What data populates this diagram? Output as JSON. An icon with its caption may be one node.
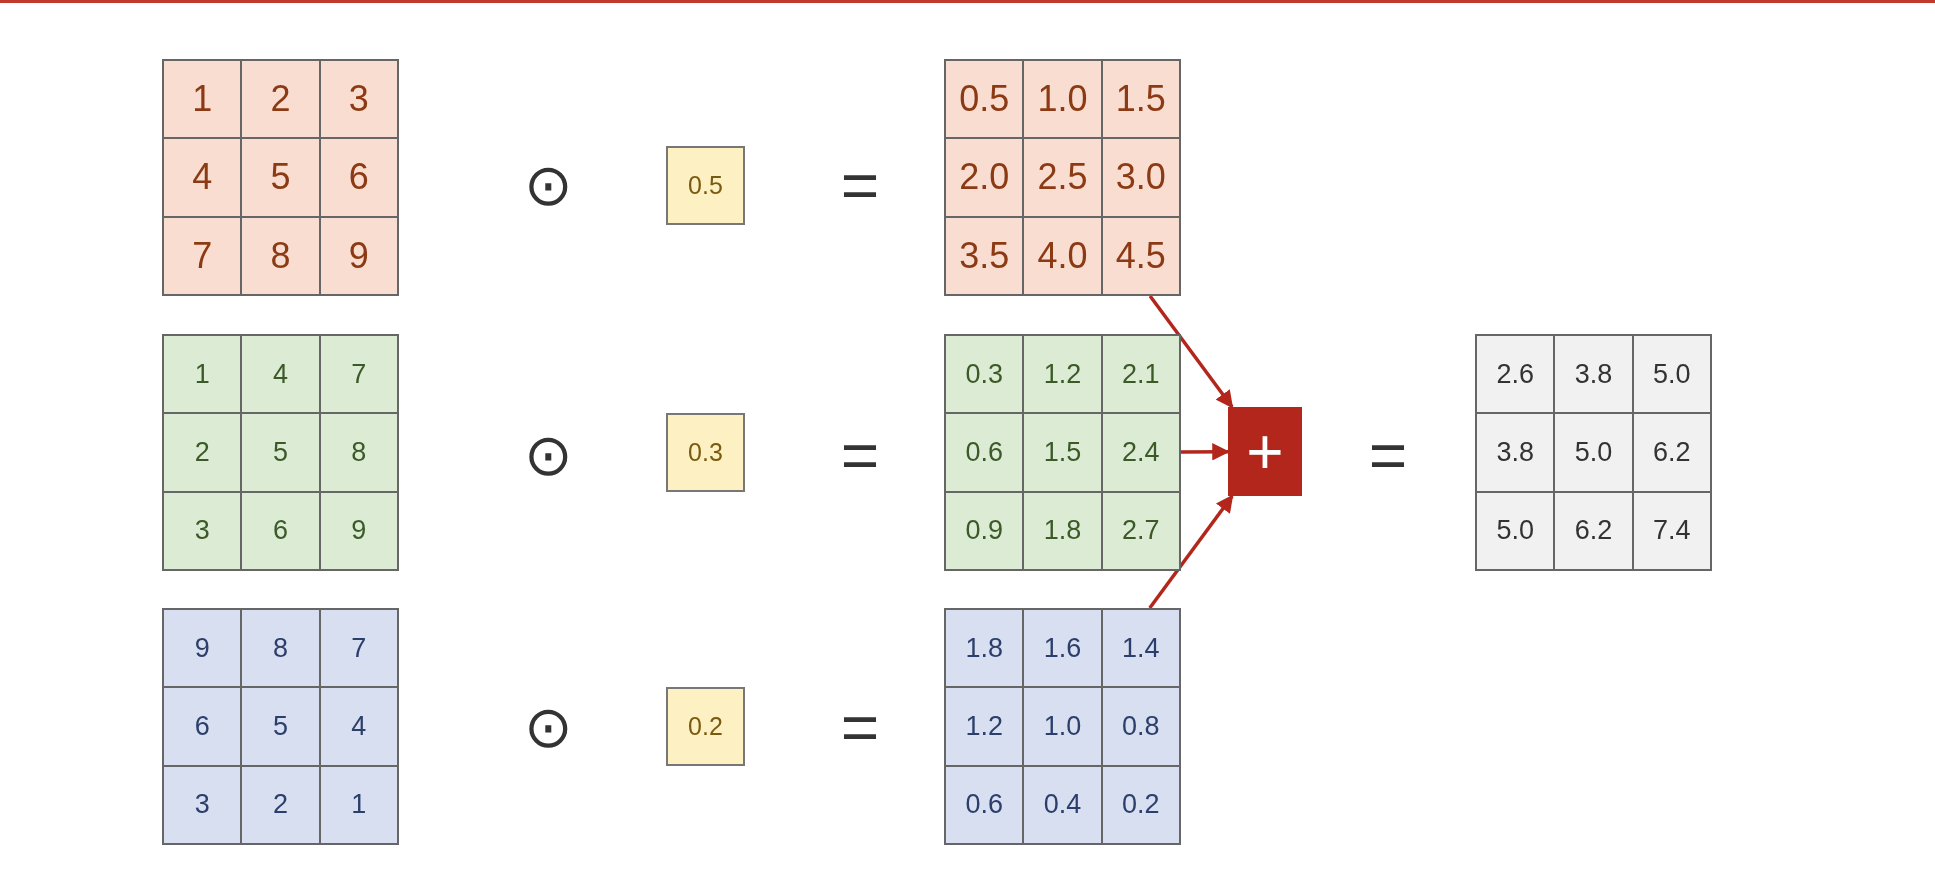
{
  "diagram": {
    "nodes": [
      {
        "text": [
          "1",
          "2",
          "3",
          "4",
          "5",
          "6",
          "7",
          "8",
          "9"
        ]
      },
      {
        "text": [
          "0.5"
        ]
      },
      {
        "text": [
          "0.5",
          "1.0",
          "1.5",
          "2.0",
          "2.5",
          "3.0",
          "3.5",
          "4.0",
          "4.5"
        ]
      },
      {
        "text": [
          "1",
          "4",
          "7",
          "2",
          "5",
          "8",
          "3",
          "6",
          "9"
        ]
      },
      {
        "text": [
          "0.3"
        ]
      },
      {
        "text": [
          "0.3",
          "1.2",
          "2.1",
          "0.6",
          "1.5",
          "2.4",
          "0.9",
          "1.8",
          "2.7"
        ]
      },
      {
        "text": [
          "+"
        ]
      },
      {
        "text": [
          "2.6",
          "3.8",
          "5.0",
          "3.8",
          "5.0",
          "6.2",
          "5.0",
          "6.2",
          "7.4"
        ]
      },
      {
        "text": [
          "9",
          "8",
          "7",
          "6",
          "5",
          "4",
          "3",
          "2",
          "1"
        ]
      },
      {
        "text": [
          "0.2"
        ]
      },
      {
        "text": [
          "1.8",
          "1.6",
          "1.4",
          "1.2",
          "1.0",
          "0.8",
          "0.6",
          "0.4",
          "0.2"
        ]
      }
    ],
    "edges": [
      {
        "from": 2,
        "to": 6,
        "arrow": "to"
      },
      {
        "from": 5,
        "to": 6,
        "arrow": "to"
      },
      {
        "from": 10,
        "to": 6,
        "arrow": "to"
      }
    ],
    "labels": [
      "⊙",
      "=",
      "⊙",
      "=",
      "=",
      "⊙",
      "="
    ]
  }
}
